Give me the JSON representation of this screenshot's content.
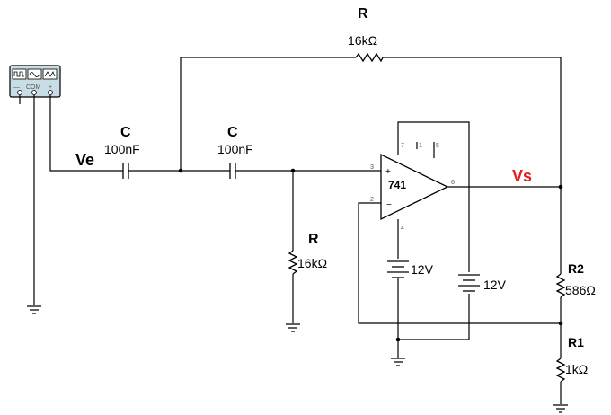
{
  "colors": {
    "accent_red": "#e02020",
    "generator_face": "#c9dde6"
  },
  "icons": {
    "generator": "function-generator-icon",
    "ground": "ground-icon"
  },
  "input_label": "Ve",
  "output_label": "Vs",
  "generator": {
    "com_label": "COM",
    "minus": "—",
    "plus": "+"
  },
  "capacitors": [
    {
      "name": "C",
      "value": "100nF"
    },
    {
      "name": "C",
      "value": "100nF"
    }
  ],
  "resistors": {
    "feedback": {
      "name": "R",
      "value": "16kΩ"
    },
    "shunt": {
      "name": "R",
      "value": "16kΩ"
    },
    "r2": {
      "name": "R2",
      "value": "586Ω"
    },
    "r1": {
      "name": "R1",
      "value": "1kΩ"
    }
  },
  "opamp": {
    "model": "741",
    "plus": "+",
    "minus": "−",
    "pins": {
      "p1": "1",
      "p2": "2",
      "p3": "3",
      "p4": "4",
      "p5": "5",
      "p6": "6",
      "p7": "7"
    }
  },
  "batteries": [
    {
      "value": "12V"
    },
    {
      "value": "12V"
    }
  ]
}
